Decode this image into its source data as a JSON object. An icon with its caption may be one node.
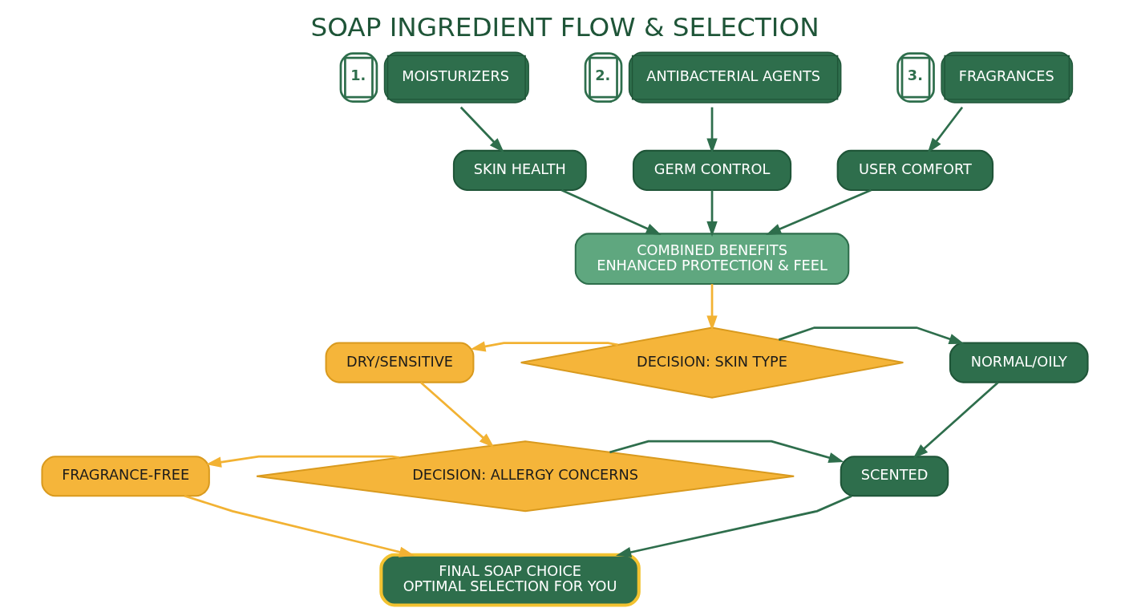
{
  "diagram": {
    "title": "SOAP INGREDIENT FLOW & SELECTION",
    "nodes": [
      {
        "text": [
          "MOISTURIZERS"
        ],
        "beside": [
          "1."
        ]
      },
      {
        "text": [
          "ANTIBACTERIAL AGENTS"
        ],
        "beside": [
          "2."
        ]
      },
      {
        "text": [
          "FRAGRANCES"
        ],
        "beside": [
          "3."
        ]
      },
      {
        "text": [
          "SKIN HEALTH"
        ]
      },
      {
        "text": [
          "GERM CONTROL"
        ]
      },
      {
        "text": [
          "USER COMFORT"
        ]
      },
      {
        "text": [
          "COMBINED BENEFITS",
          "ENHANCED PROTECTION & FEEL"
        ]
      },
      {
        "text": [
          "DECISION: SKIN TYPE"
        ]
      },
      {
        "text": [
          "DRY/SENSITIVE"
        ]
      },
      {
        "text": [
          "NORMAL/OILY"
        ]
      },
      {
        "text": [
          "DECISION: ALLERGY CONCERNS"
        ]
      },
      {
        "text": [
          "FRAGRANCE-FREE"
        ]
      },
      {
        "text": [
          "SCENTED"
        ]
      },
      {
        "text": [
          "FINAL SOAP CHOICE",
          "OPTIMAL SELECTION FOR YOU"
        ]
      }
    ],
    "edges": [
      {
        "from": 0,
        "to": 3,
        "arrow": "to"
      },
      {
        "from": 1,
        "to": 4,
        "arrow": "to"
      },
      {
        "from": 2,
        "to": 5,
        "arrow": "to"
      },
      {
        "from": 3,
        "to": 6,
        "arrow": "to"
      },
      {
        "from": 4,
        "to": 6,
        "arrow": "to"
      },
      {
        "from": 5,
        "to": 6,
        "arrow": "to"
      },
      {
        "from": 6,
        "to": 7,
        "arrow": "to",
        "color": "#f2b233"
      },
      {
        "from": 7,
        "to": 8,
        "arrow": "to",
        "color": "#f2b233"
      },
      {
        "from": 7,
        "to": 9,
        "arrow": "to"
      },
      {
        "from": 9,
        "to": 12,
        "arrow": "to"
      },
      {
        "from": 8,
        "to": 10,
        "arrow": "to",
        "color": "#f2b233"
      },
      {
        "from": 10,
        "to": 11,
        "arrow": "to",
        "color": "#f2b233"
      },
      {
        "from": 10,
        "to": 12,
        "arrow": "to"
      },
      {
        "from": 11,
        "to": 13,
        "arrow": "to",
        "color": "#f2b233"
      },
      {
        "from": 12,
        "to": 13,
        "arrow": "to"
      }
    ]
  }
}
